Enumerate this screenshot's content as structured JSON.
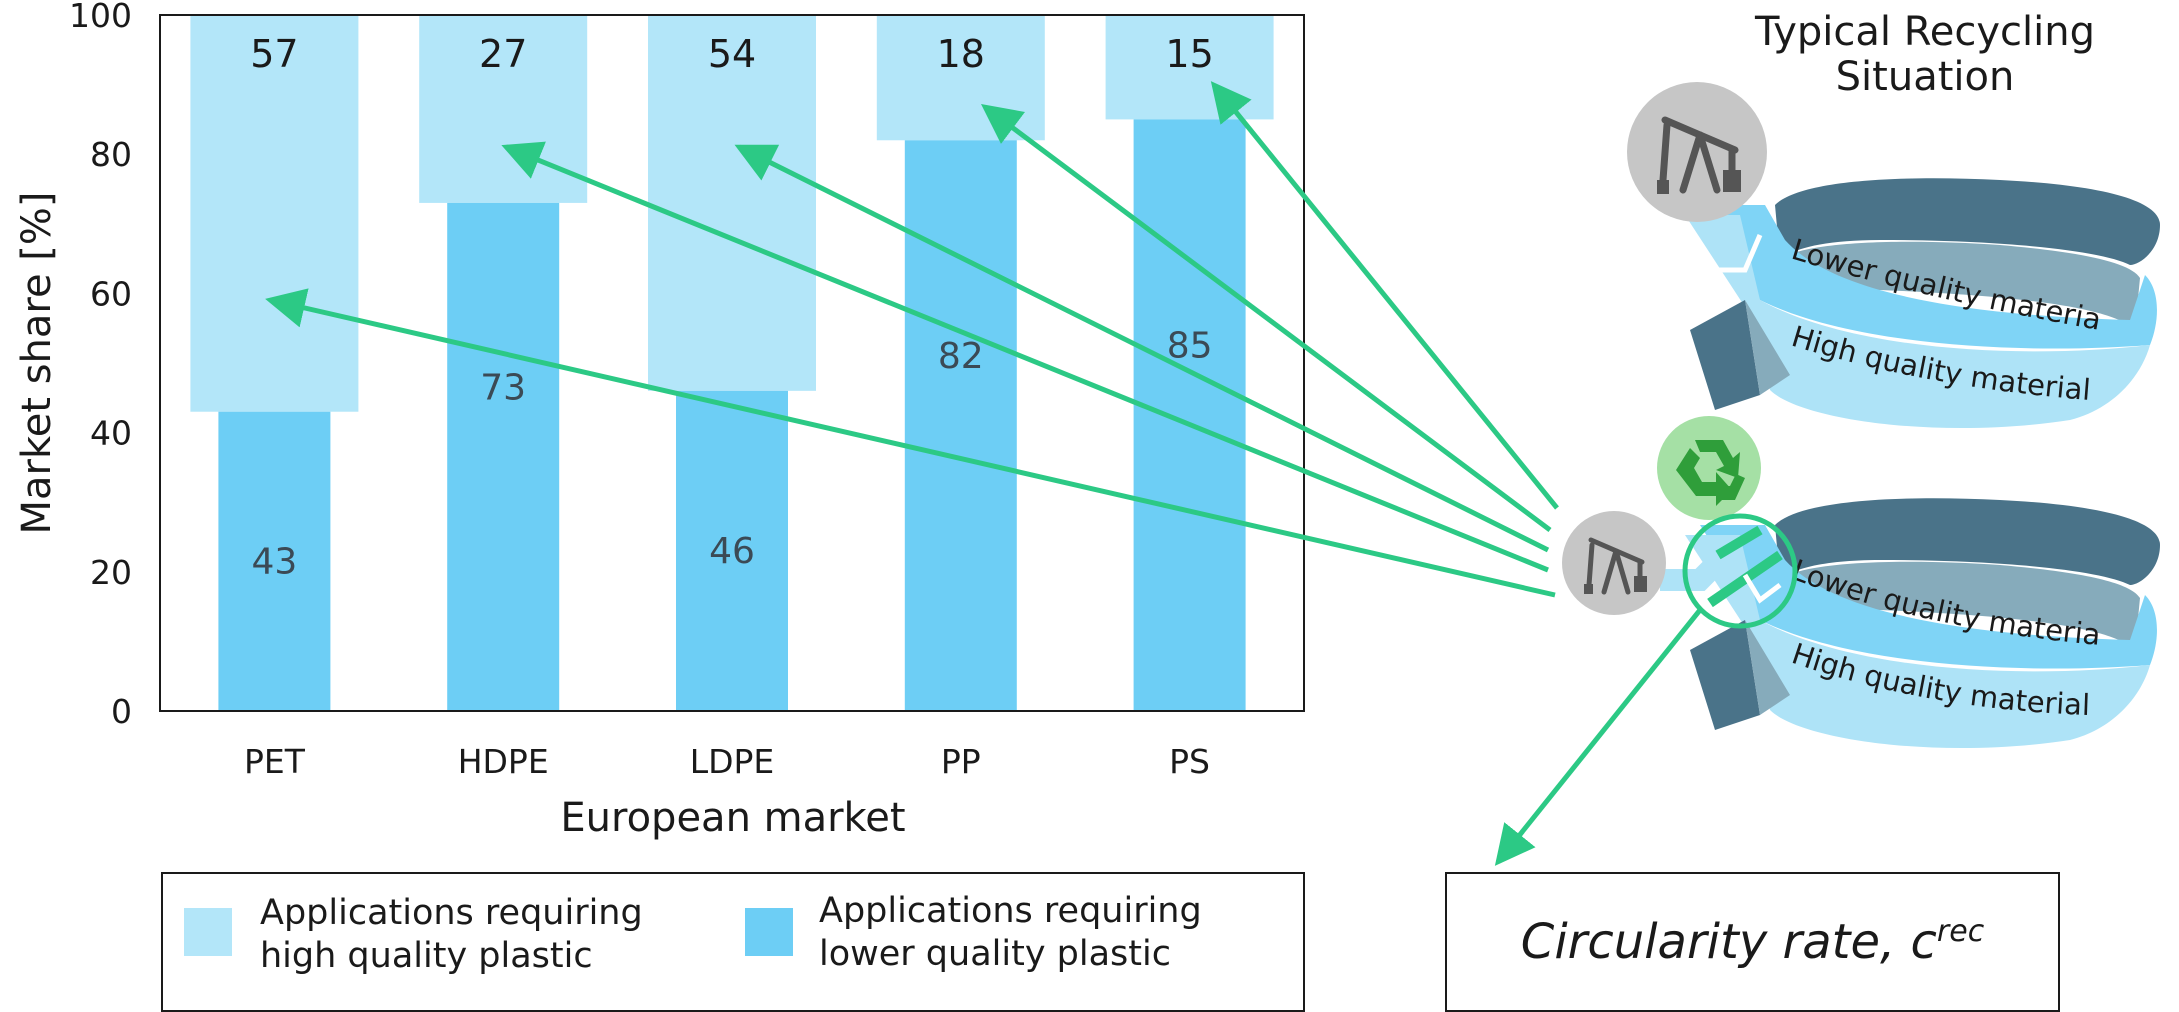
{
  "chart_data": {
    "type": "bar",
    "stacked": true,
    "categories": [
      "PET",
      "HDPE",
      "LDPE",
      "PP",
      "PS"
    ],
    "series": [
      {
        "name": "Applications requiring lower quality plastic",
        "values": [
          43,
          73,
          46,
          82,
          85
        ],
        "color": "#6dcef5"
      },
      {
        "name": "Applications requiring high quality plastic",
        "values": [
          57,
          27,
          54,
          18,
          15
        ],
        "color": "#b3e6f9"
      }
    ],
    "xlabel": "European market",
    "ylabel": "Market share [%]",
    "ylim": [
      0,
      100
    ],
    "yticks": [
      "0",
      "20",
      "40",
      "60",
      "80",
      "100"
    ],
    "grid": false,
    "legend_position": "bottom"
  },
  "diagram": {
    "title_line1": "Typical Recycling",
    "title_line2": "Situation",
    "top_loop": {
      "lower_label": "Lower quality material",
      "high_label": "High quality material"
    },
    "bottom_loop": {
      "lower_label": "Lower quality material",
      "high_label": "High quality material"
    },
    "circularity_label": "Circularity rate, c",
    "circularity_sup": "rec",
    "arrow_color": "#2cc985",
    "loop_dark": "#4a7389",
    "loop_mid": "#86abbb",
    "loop_light": "#aee3f7",
    "loop_blue": "#7fd4f6",
    "icons": [
      "oil-pump-icon",
      "recycle-icon"
    ]
  }
}
